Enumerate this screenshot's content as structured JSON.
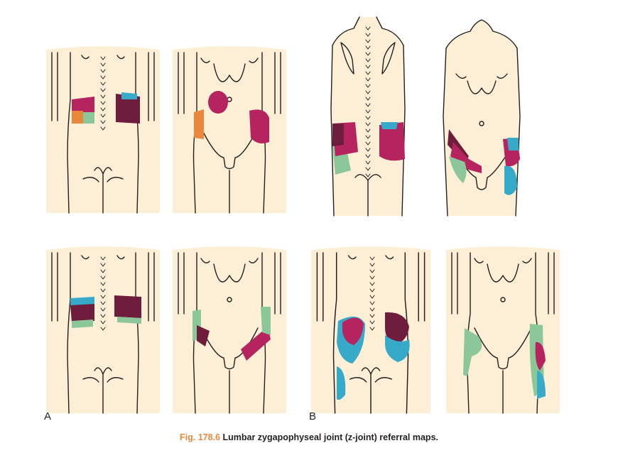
{
  "panel_labels": {
    "a": "A",
    "b": "B"
  },
  "caption": {
    "figure_number": "Fig. 178.6",
    "text": "Lumbar zygapophyseal joint (z-joint) referral maps."
  },
  "colors": {
    "skin": "#fdefd6",
    "outline": "#231f20",
    "magenta": "#b5245e",
    "dark_maroon": "#6e1e3c",
    "cyan": "#37a9c9",
    "green": "#8cc79a",
    "orange": "#e9883a",
    "caption_accent": "#e8883a"
  }
}
